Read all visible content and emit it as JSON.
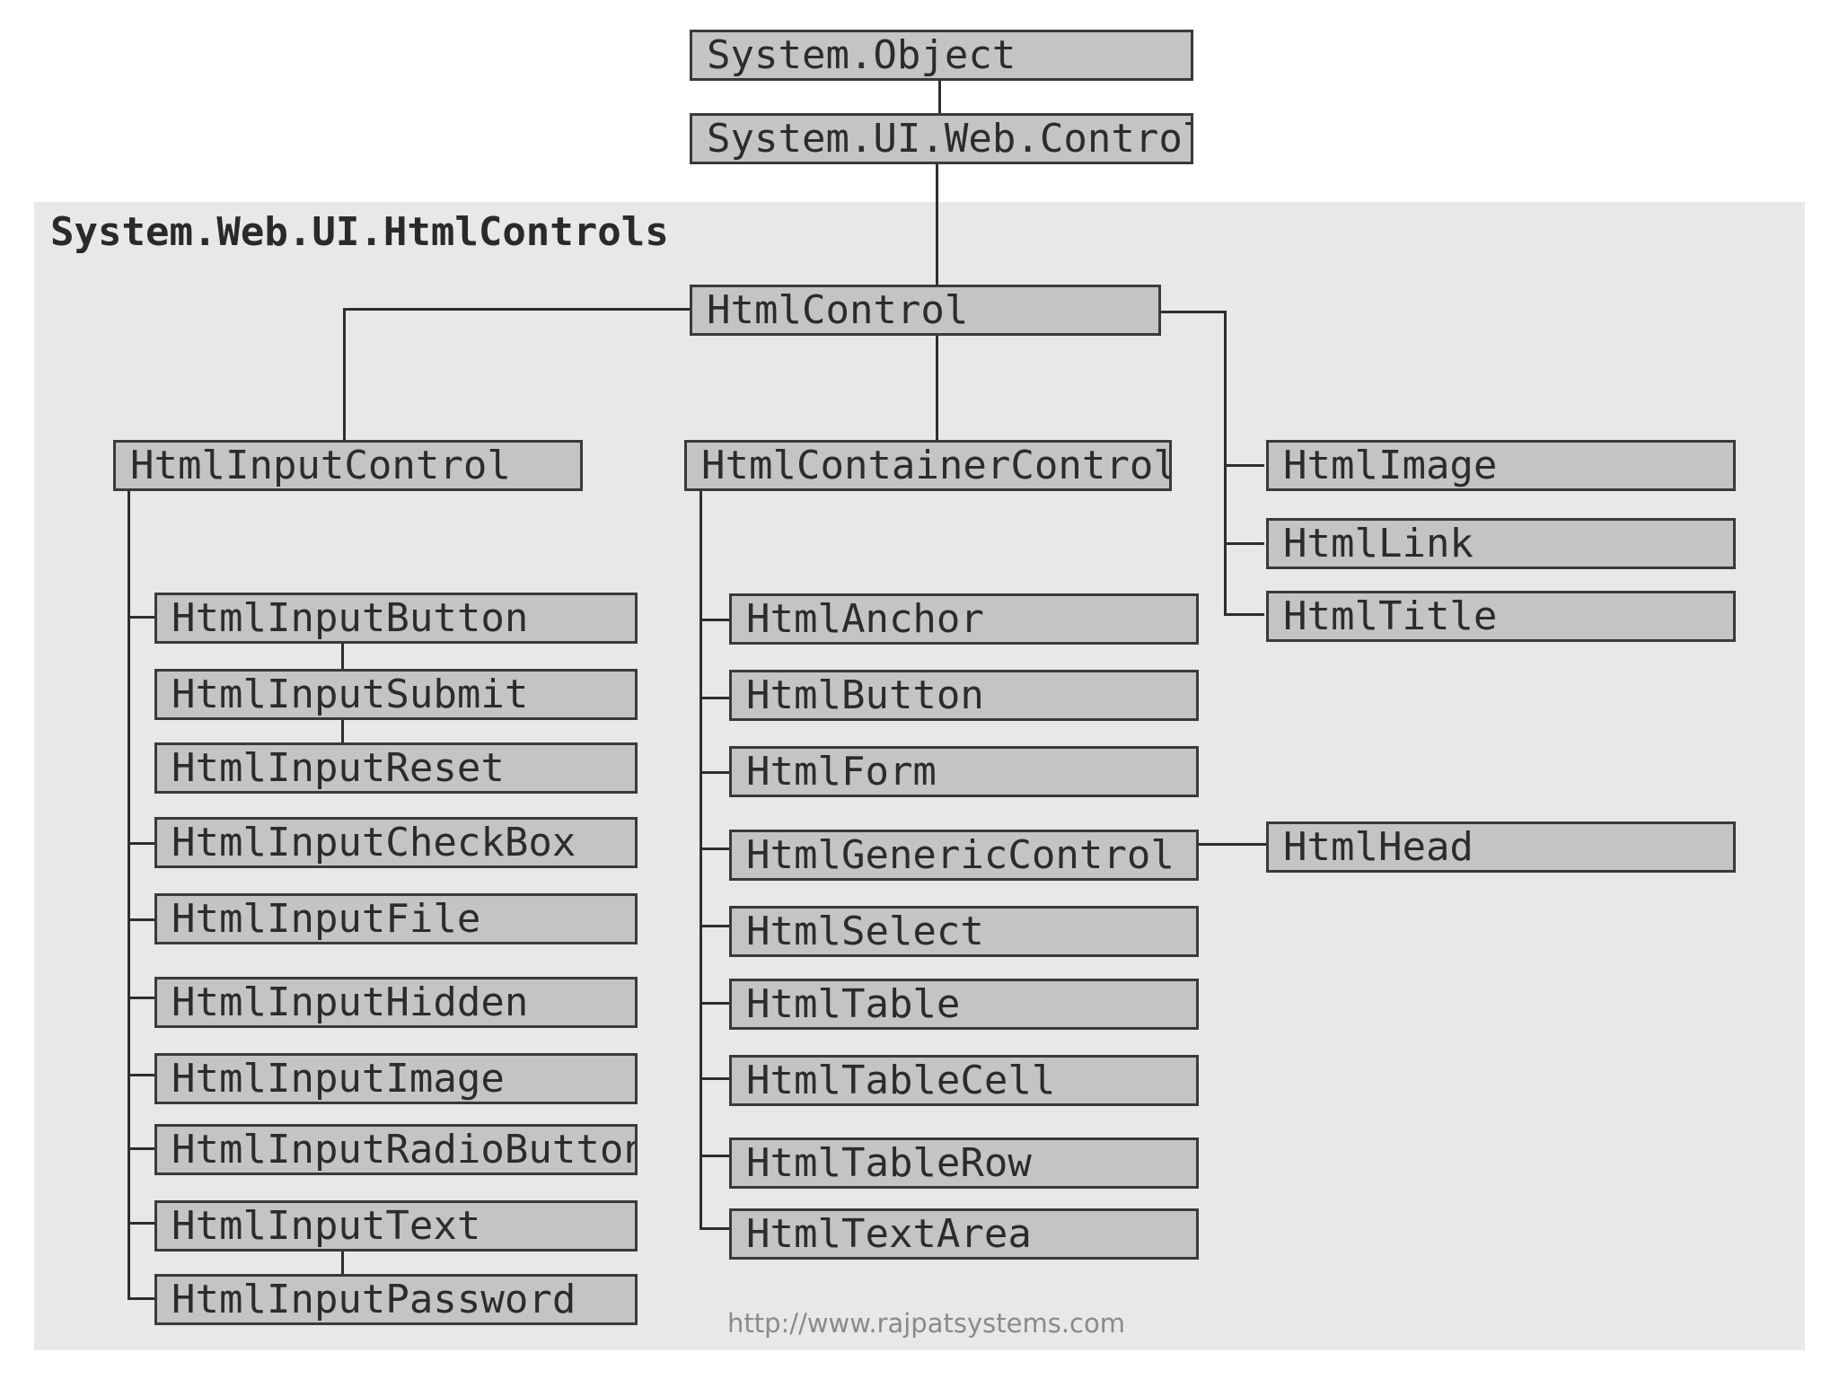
{
  "namespace_label": "System.Web.UI.HtmlControls",
  "credit": "http://www.rajpatsystems.com",
  "base": {
    "object": "System.Object",
    "control": "System.UI.Web.Control"
  },
  "root": "HtmlControl",
  "input_control": {
    "name": "HtmlInputControl",
    "children": [
      "HtmlInputButton",
      "HtmlInputSubmit",
      "HtmlInputReset",
      "HtmlInputCheckBox",
      "HtmlInputFile",
      "HtmlInputHidden",
      "HtmlInputImage",
      "HtmlInputRadioButton",
      "HtmlInputText",
      "HtmlInputPassword"
    ]
  },
  "container_control": {
    "name": "HtmlContainerControl",
    "children": [
      "HtmlAnchor",
      "HtmlButton",
      "HtmlForm",
      "HtmlGenericControl",
      "HtmlSelect",
      "HtmlTable",
      "HtmlTableCell",
      "HtmlTableRow",
      "HtmlTextArea"
    ]
  },
  "direct_children": [
    "HtmlImage",
    "HtmlLink",
    "HtmlTitle"
  ],
  "generic_child": "HtmlHead"
}
